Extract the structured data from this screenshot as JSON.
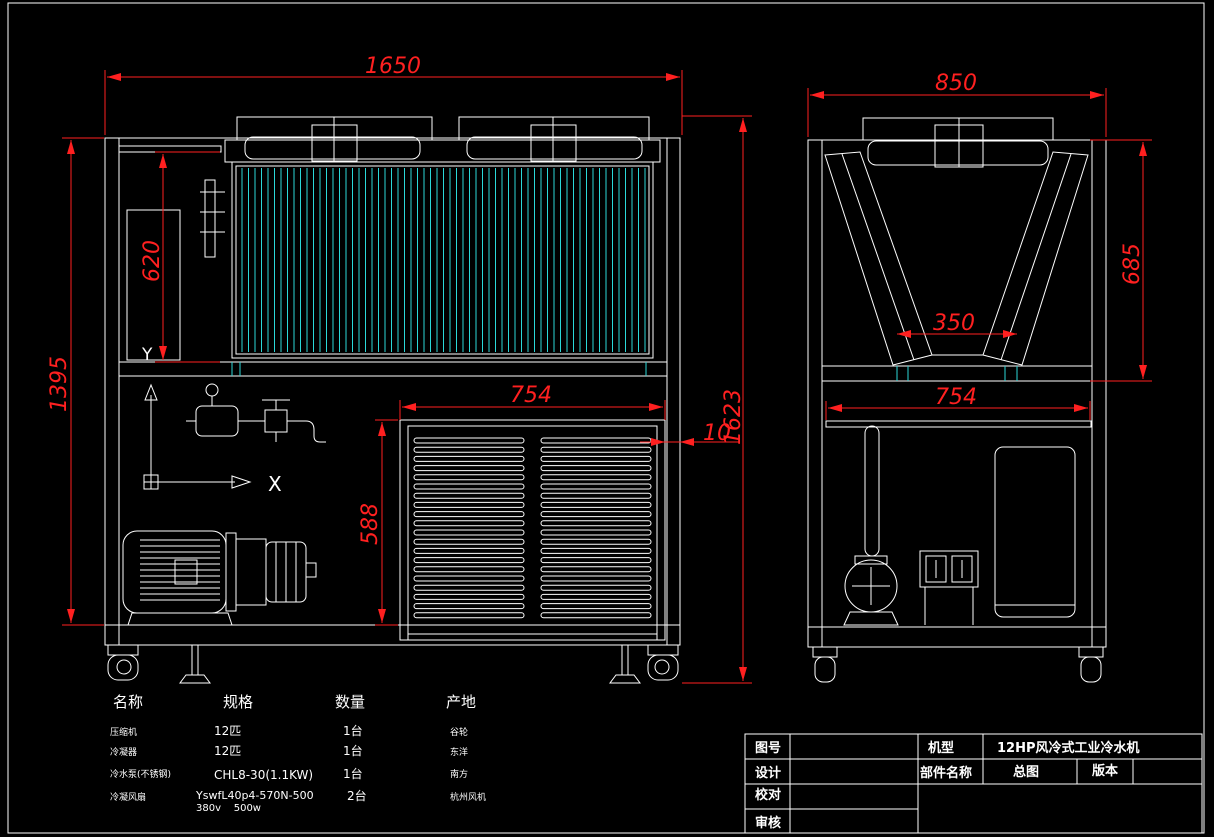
{
  "dimensions": {
    "front_width": "1650",
    "front_height": "1395",
    "front_total_height": "1623",
    "coil_height": "620",
    "front_lower_width": "754",
    "front_offset": "10",
    "front_panel_height": "588",
    "side_width": "850",
    "side_upper_height": "685",
    "side_v_bottom": "350",
    "side_lower_width": "754"
  },
  "axes": {
    "x": "X",
    "y": "Y"
  },
  "parts_table": {
    "headers": [
      "名称",
      "规格",
      "数量",
      "产地"
    ],
    "rows": [
      {
        "name": "压缩机",
        "spec": "12匹",
        "qty": "1台",
        "origin": "谷轮"
      },
      {
        "name": "冷凝器",
        "spec": "12匹",
        "qty": "1台",
        "origin": "东洋"
      },
      {
        "name": "冷水泵(不锈钢)",
        "spec": "CHL8-30(1.1KW)",
        "qty": "1台",
        "origin": "南方"
      },
      {
        "name": "冷凝风扇",
        "spec": "YswfL40p4-570N-500",
        "spec2": "380v    500w",
        "qty": "2台",
        "origin": "杭州风机"
      }
    ]
  },
  "title_block": {
    "drawing_no_label": "图号",
    "design_label": "设计",
    "check_label": "校对",
    "review_label": "审核",
    "model_label": "机型",
    "model_value": "12HP风冷式工业冷水机",
    "part_name_label": "部件名称",
    "part_name_value": "总图",
    "version_label": "版本"
  }
}
